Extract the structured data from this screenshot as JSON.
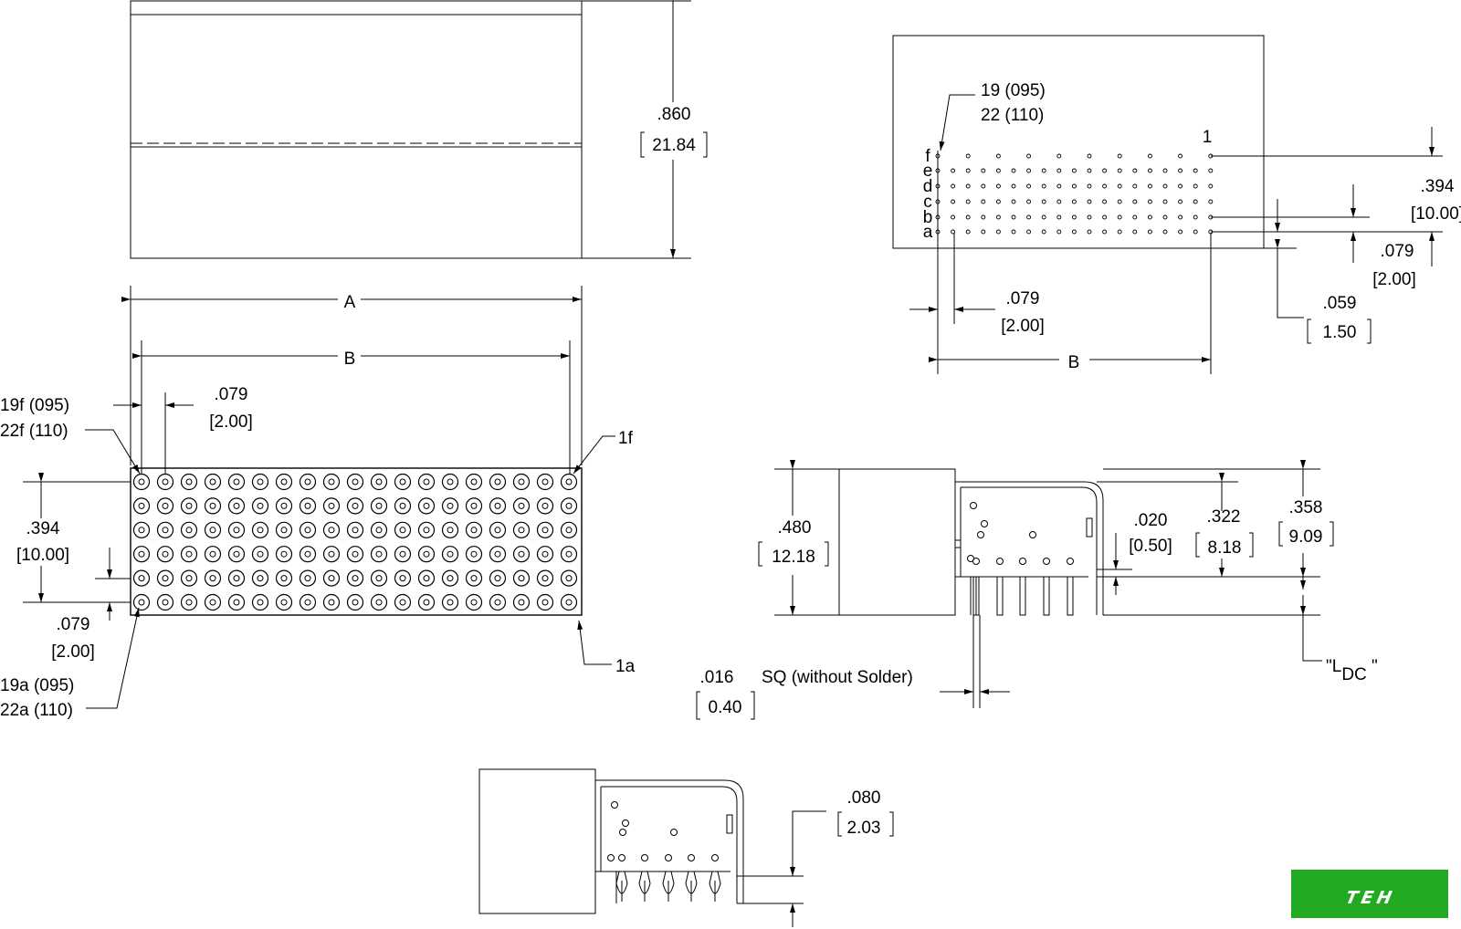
{
  "top_view": {
    "height_in": ".860",
    "height_mm": "21.84"
  },
  "front_view": {
    "dim_a": "A",
    "dim_b": "B",
    "pitch_in": ".079",
    "pitch_mm": "[2.00]",
    "row_span_in": ".394",
    "row_span_mm": "[10.00]",
    "row_pitch_in": ".079",
    "row_pitch_mm": "[2.00]",
    "callout_19f": "19f (095)",
    "callout_22f": "22f (110)",
    "callout_1f": "1f",
    "callout_19a": "19a (095)",
    "callout_22a": "22a (110)",
    "callout_1a": "1a",
    "columns": 19,
    "rows": 6
  },
  "pcb_layout": {
    "callout_19": "19 (095)",
    "callout_22": "22 (110)",
    "pin_1": "1",
    "row_labels": [
      "f",
      "e",
      "d",
      "c",
      "b",
      "a"
    ],
    "row_span_in": ".394",
    "row_span_mm": "[10.00]",
    "row_pitch_in": ".079",
    "row_pitch_mm": "[2.00]",
    "offset_in": ".059",
    "offset_mm": "1.50",
    "col_pitch_in": ".079",
    "col_pitch_mm": "[2.00]",
    "dim_b": "B"
  },
  "side_view": {
    "height_in": ".480",
    "height_mm": "12.18",
    "standoff_in": ".020",
    "standoff_mm": "[0.50]",
    "pin_in": ".322",
    "pin_mm": "8.18",
    "total_in": ".358",
    "total_mm": "9.09",
    "ldc_label": "\"L",
    "ldc_sub": "DC",
    "ldc_close": " \"",
    "pin_size_in": ".016",
    "pin_size_mm": "0.40",
    "pin_size_note": "SQ (without Solder)"
  },
  "bottom_view": {
    "dim_in": ".080",
    "dim_mm": "2.03"
  },
  "logo": {
    "text": "TEH",
    "color": "#22aa22"
  }
}
